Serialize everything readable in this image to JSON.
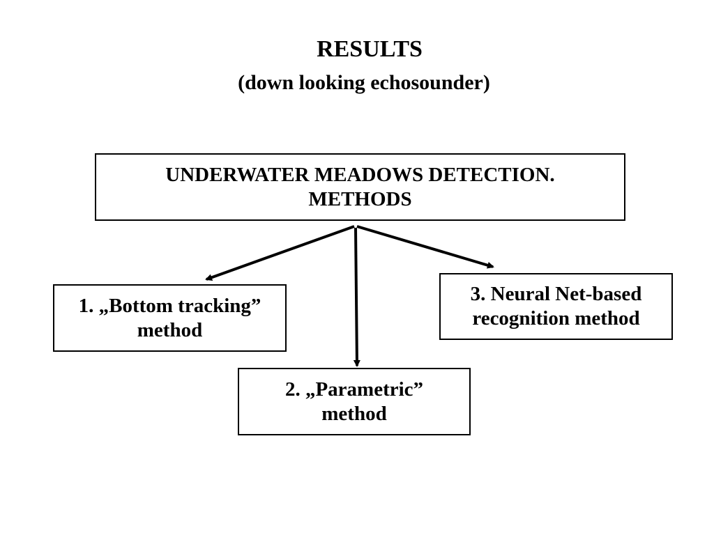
{
  "header": {
    "title": "RESULTS",
    "subtitle": "(down looking echosounder)"
  },
  "diagram": {
    "root": {
      "line1": "UNDERWATER MEADOWS DETECTION.",
      "line2": "METHODS"
    },
    "methods": [
      {
        "line1": "1. „Bottom tracking”",
        "line2": "method"
      },
      {
        "line1": "2. „Parametric”",
        "line2": "method"
      },
      {
        "line1": "3. Neural Net-based",
        "line2": "recognition method"
      }
    ]
  }
}
